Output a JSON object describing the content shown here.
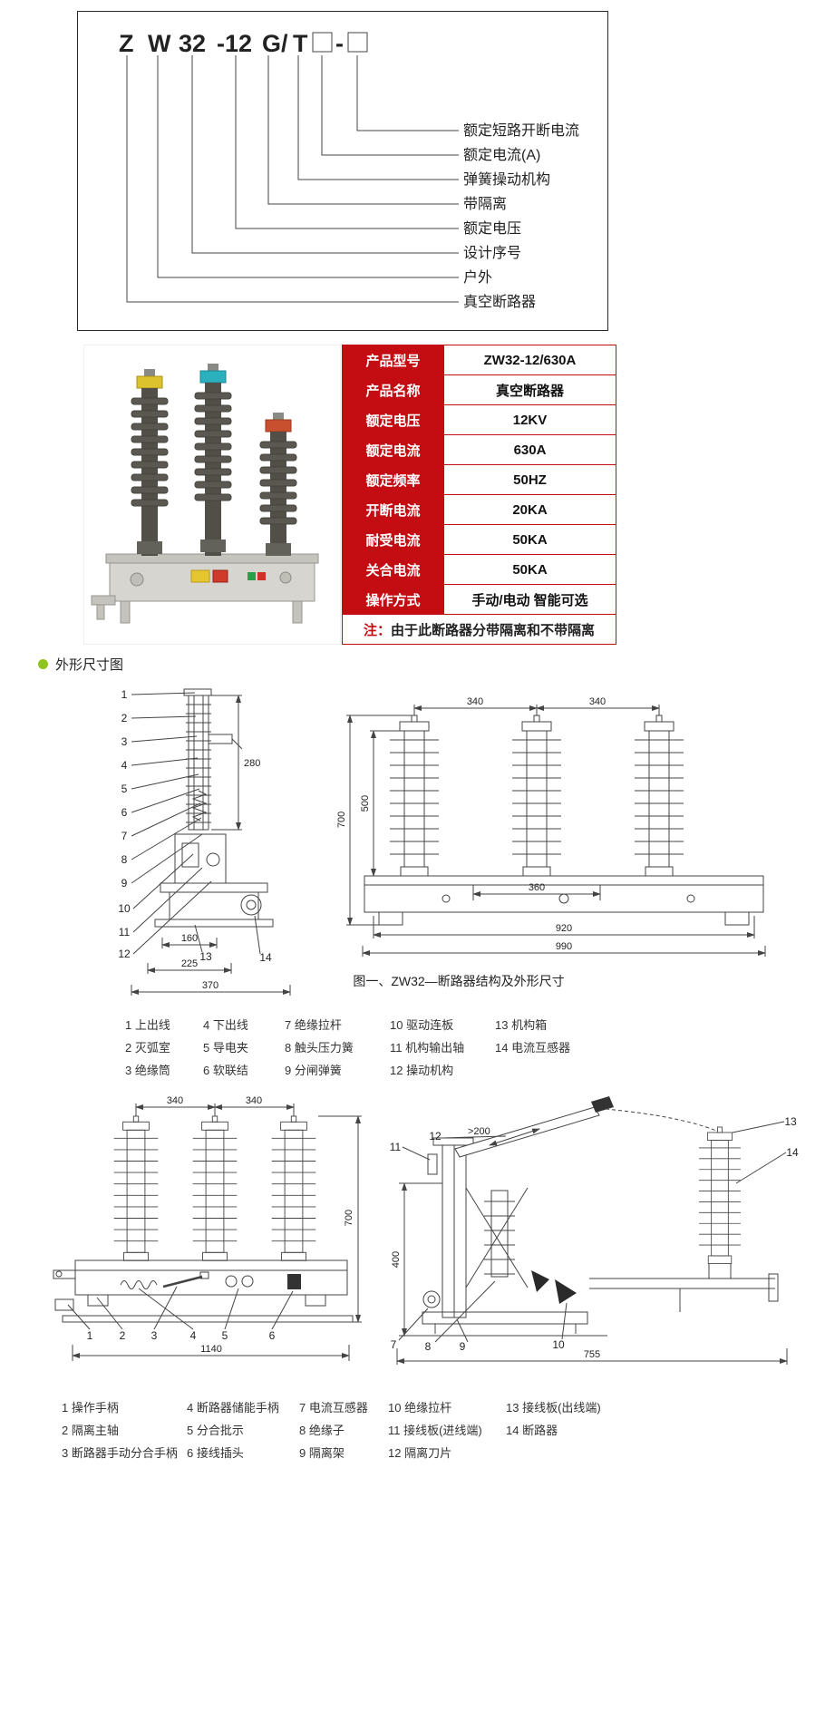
{
  "model_diagram": {
    "code": {
      "p0": "Z",
      "p1": "W",
      "p2": "32",
      "p3": "-12",
      "p4": "G/",
      "p5": "T",
      "dash": "-"
    },
    "labels": [
      "额定短路开断电流",
      "额定电流(A)",
      "弹簧操动机构",
      "带隔离",
      "额定电压",
      "设计序号",
      "户外",
      "真空断路器"
    ]
  },
  "spec_table": {
    "rows": [
      {
        "label": "产品型号",
        "value": "ZW32-12/630A"
      },
      {
        "label": "产品名称",
        "value": "真空断路器"
      },
      {
        "label": "额定电压",
        "value": "12KV"
      },
      {
        "label": "额定电流",
        "value": "630A"
      },
      {
        "label": "额定频率",
        "value": "50HZ"
      },
      {
        "label": "开断电流",
        "value": "20KA"
      },
      {
        "label": "耐受电流",
        "value": "50KA"
      },
      {
        "label": "关合电流",
        "value": "50KA"
      },
      {
        "label": "操作方式",
        "value": "手动/电动 智能可选"
      }
    ],
    "note_prefix": "注：",
    "note": "由于此断路器分带隔离和不带隔离"
  },
  "sections": {
    "outline_title": "外形尺寸图"
  },
  "figure1": {
    "caption": "图一、ZW32—断路器结构及外形尺寸",
    "side_dims": {
      "h": "280",
      "d1": "160",
      "d2": "225",
      "d3": "370"
    },
    "side_parts": [
      "1",
      "2",
      "3",
      "4",
      "5",
      "6",
      "7",
      "8",
      "9",
      "10",
      "11",
      "12",
      "13",
      "14"
    ],
    "front_dims": {
      "s1": "340",
      "s2": "340",
      "h1": "500",
      "h2": "700",
      "inner": "360",
      "w1": "920",
      "w2": "990"
    },
    "parts_list": [
      "1 上出线",
      "2 灭弧室",
      "3 绝缘筒",
      "4 下出线",
      "5 导电夹",
      "6 软联结",
      "7 绝缘拉杆",
      "8 触头压力簧",
      "9 分闸弹簧",
      "10 驱动连板",
      "11 机构输出轴",
      "12 操动机构",
      "13 机构箱",
      "14 电流互感器"
    ]
  },
  "figure2": {
    "front_dims": {
      "s1": "340",
      "s2": "340",
      "h": "700",
      "w": "1140"
    },
    "front_parts": [
      "1",
      "2",
      "3",
      "4",
      "5",
      "6"
    ],
    "side_dims": {
      "gap": ">200",
      "h": "400",
      "w": "755"
    },
    "side_parts": [
      "7",
      "8",
      "9",
      "10",
      "11",
      "12",
      "13",
      "14"
    ],
    "parts_list": [
      "1 操作手柄",
      "2 隔离主轴",
      "3 断路器手动分合手柄",
      "4 断路器储能手柄",
      "5 分合批示",
      "6 接线插头",
      "7 电流互感器",
      "8 绝缘子",
      "9 隔离架",
      "10 绝缘拉杆",
      "11 接线板(进线端)",
      "12 隔离刀片",
      "13 接线板(出线端)",
      "14 断路器"
    ]
  },
  "colors": {
    "accent_red": "#c30d12",
    "bullet_green": "#8fc31f"
  }
}
